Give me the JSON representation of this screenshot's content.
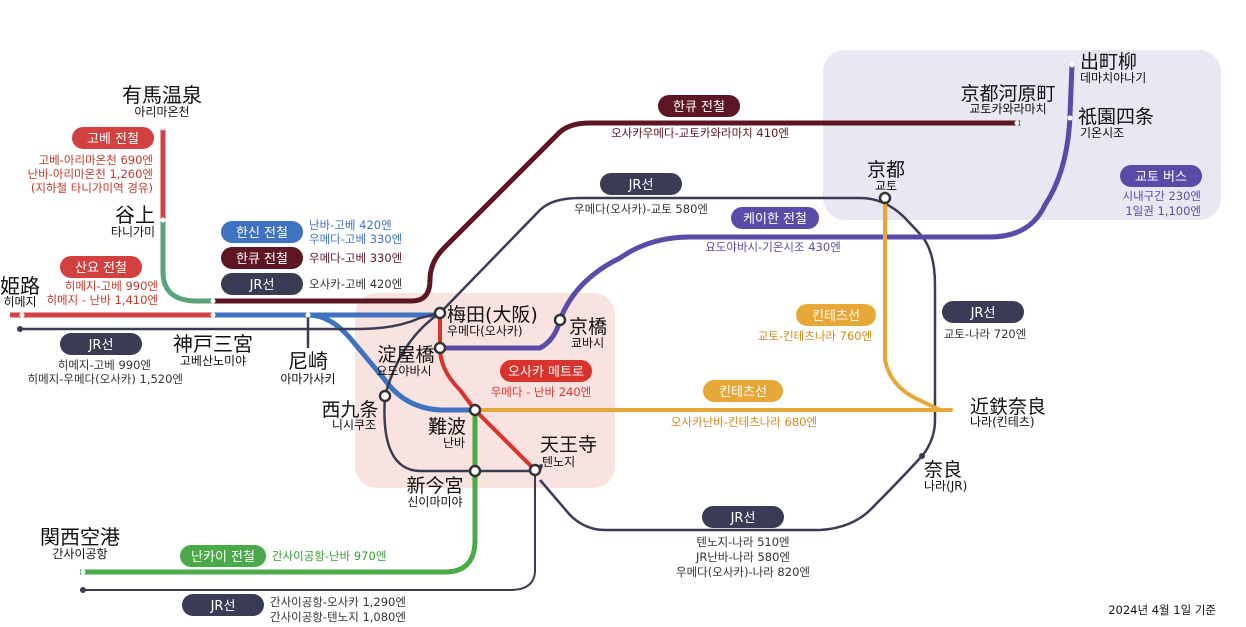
{
  "colors": {
    "hankyu": "#5e1524",
    "jr": "#3a3c55",
    "hanshin": "#3f72c0",
    "sanyo": "#d24040",
    "kobe": "#d24040",
    "keihan": "#5b4ba8",
    "kintetsu": "#e8a838",
    "nankai": "#4aaa47",
    "metro": "#d9332e",
    "kitakobe": "#5aa27a",
    "bus": "#5b4ba8"
  },
  "stations": {
    "arima": {
      "jp": "有馬温泉",
      "ko": "아리마온천"
    },
    "tanigami": {
      "jp": "谷上",
      "ko": "타니가미"
    },
    "himeji": {
      "jp": "姫路",
      "ko": "히메지"
    },
    "sannomiya": {
      "jp": "神戸三宮",
      "ko": "고베산노미야"
    },
    "amagasaki": {
      "jp": "尼崎",
      "ko": "아마가사키"
    },
    "umeda": {
      "jp": "梅田(大阪)",
      "ko": "우메다(오사카)"
    },
    "kyobashi": {
      "jp": "京橋",
      "ko": "쿄바시"
    },
    "yodoyabashi": {
      "jp": "淀屋橋",
      "ko": "요도야바시"
    },
    "nishikujo": {
      "jp": "西九条",
      "ko": "니시쿠조"
    },
    "namba": {
      "jp": "難波",
      "ko": "난바"
    },
    "tennoji": {
      "jp": "天王寺",
      "ko": "텐노지"
    },
    "shinimamiya": {
      "jp": "新今宮",
      "ko": "신이마미야"
    },
    "kansai": {
      "jp": "関西空港",
      "ko": "간사이공항"
    },
    "kyoto": {
      "jp": "京都",
      "ko": "교토"
    },
    "kawaramachi": {
      "jp": "京都河原町",
      "ko": "교토카와라마치"
    },
    "demachiyanagi": {
      "jp": "出町柳",
      "ko": "데마치야나기"
    },
    "gionshijo": {
      "jp": "祇園四条",
      "ko": "기온시조"
    },
    "kintetsunara": {
      "jp": "近鉄奈良",
      "ko": "나라(킨테츠)"
    },
    "nara": {
      "jp": "奈良",
      "ko": "나라(JR)"
    }
  },
  "badges": {
    "kobe": "고베 전철",
    "sanyo": "산요 전철",
    "jr_himeji": "JR선",
    "hanshin": "한신 전철",
    "hankyu_kobe": "한큐 전철",
    "jr_kobe": "JR선",
    "hankyu_kyoto": "한큐 전철",
    "jr_kyoto": "JR선",
    "keihan": "케이한 전철",
    "kintetsu_kyoto": "킨테츠선",
    "jr_nara": "JR선",
    "metro": "오사카 메트로",
    "kintetsu_nara": "킨테츠선",
    "bus": "교토 버스",
    "jr_tennoji": "JR선",
    "nankai": "난카이 전철",
    "jr_kansai": "JR선"
  },
  "fares": {
    "kobe_1": "고베-아리마온천 690엔",
    "kobe_2": "난바-아리마온천 1,260엔",
    "kobe_3": "(지하철 타니가미역 경유)",
    "sanyo_1": "히메지-고베 990엔",
    "sanyo_2": "히메지 - 난바 1,410엔",
    "jr_himeji_1": "히메지-고베 990엔",
    "jr_himeji_2": "히메지-우메다(오사카) 1,520엔",
    "hanshin_1": "난바-고베 420엔",
    "hanshin_2": "우메다-고베 330엔",
    "hankyu_kobe": "우메다-고베 330엔",
    "jr_kobe": "오사카-고베 420엔",
    "hankyu_kyoto": "오사카우메다-교토카와라마치 410엔",
    "jr_kyoto": "우메다(오사카)-교토 580엔",
    "keihan": "요도야바시-기온시조 430엔",
    "kintetsu_kyoto": "교토-킨테츠나라 760엔",
    "jr_nara": "교토-나라 720엔",
    "metro": "우메다 - 난바 240엔",
    "kintetsu_nara": "오사카난바-킨테츠나라 680엔",
    "bus_1": "시내구간 230엔",
    "bus_2": "1일권 1,100엔",
    "jr_tennoji_1": "텐노지-나라 510엔",
    "jr_tennoji_2": "JR난바-나라 580엔",
    "jr_tennoji_3": "우메다(오사카)-나라 820엔",
    "nankai": "간사이공항-난바 970엔",
    "jr_kansai_1": "간사이공항-오사카 1,290엔",
    "jr_kansai_2": "간사이공항-텐노지 1,080엔"
  },
  "date_note": "2024년 4월 1일 기준"
}
